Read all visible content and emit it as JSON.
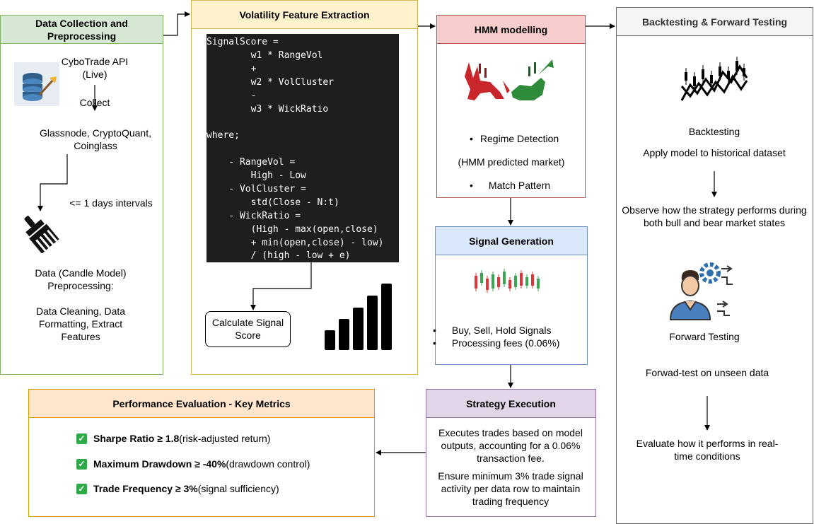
{
  "collection": {
    "title": "Data Collection and Preprocessing",
    "api": "CyboTrade API (Live)",
    "collect": "Collect",
    "sources": "Glassnode, CryptoQuant, Coinglass",
    "interval": "<= 1 days intervals",
    "preproc": "Data (Candle Model) Preprocessing:",
    "steps": "Data Cleaning, Data Formatting, Extract Features"
  },
  "volatility": {
    "title": "Volatility Feature Extraction",
    "code": [
      "SignalScore =",
      "        w1 * RangeVol",
      "        +",
      "        w2 * VolCluster",
      "        -",
      "        w3 * WickRatio",
      "",
      "where;",
      "",
      "    - RangeVol =",
      "        High - Low",
      "    - VolCluster =",
      "        std(Close - N:t)",
      "    - WickRatio =",
      "        (High - max(open,close)",
      "        + min(open,close) - low)",
      "        / (high - low + e)"
    ],
    "calc": "Calculate Signal Score"
  },
  "hmm": {
    "title": "HMM modelling",
    "regime": "Regime Detection",
    "predicted": "(HMM predicted market)",
    "match": "Match Pattern"
  },
  "signal": {
    "title": "Signal Generation",
    "bullets": [
      "Buy, Sell, Hold Signals",
      "Processing fees (0.06%)"
    ]
  },
  "strategy": {
    "title": "Strategy Execution",
    "p1": "Executes trades based on model outputs, accounting for a 0.06% transaction fee.",
    "p2": "Ensure minimum 3% trade signal activity per data row to maintain trading frequency"
  },
  "performance": {
    "title": "Performance Evaluation - Key Metrics",
    "metrics": [
      {
        "bold": "Sharpe Ratio ≥ 1.8",
        "rest": " (risk-adjusted return)"
      },
      {
        "bold": "Maximum Drawdown ≥ -40%",
        "rest": " (drawdown control)"
      },
      {
        "bold": "Trade Frequency ≥ 3%",
        "rest": " (signal sufficiency)"
      }
    ]
  },
  "backtest": {
    "title": "Backtesting & Forward Testing",
    "bt_label": "Backtesting",
    "bt_apply": "Apply model to historical dataset",
    "bt_observe": "Observe how the strategy performs during both bull and bear market states",
    "ft_label": "Forward Testing",
    "ft_unseen": "Forwad-test on unseen data",
    "ft_eval": "Evaluate how it performs in real-time conditions"
  },
  "colors": {
    "green_fill": "#d5e8d4",
    "green_border": "#82b366",
    "yellow_fill": "#fff2cc",
    "yellow_border": "#d6b656",
    "red_fill": "#f8cecc",
    "red_border": "#b85450",
    "blue_fill": "#dae8fc",
    "blue_border": "#6c8ebf",
    "purple_fill": "#e1d5e7",
    "purple_border": "#9673a6",
    "orange_fill": "#ffe6cc",
    "orange_border": "#d79b00",
    "grey_fill": "#f5f5f5",
    "grey_border": "#666666"
  }
}
